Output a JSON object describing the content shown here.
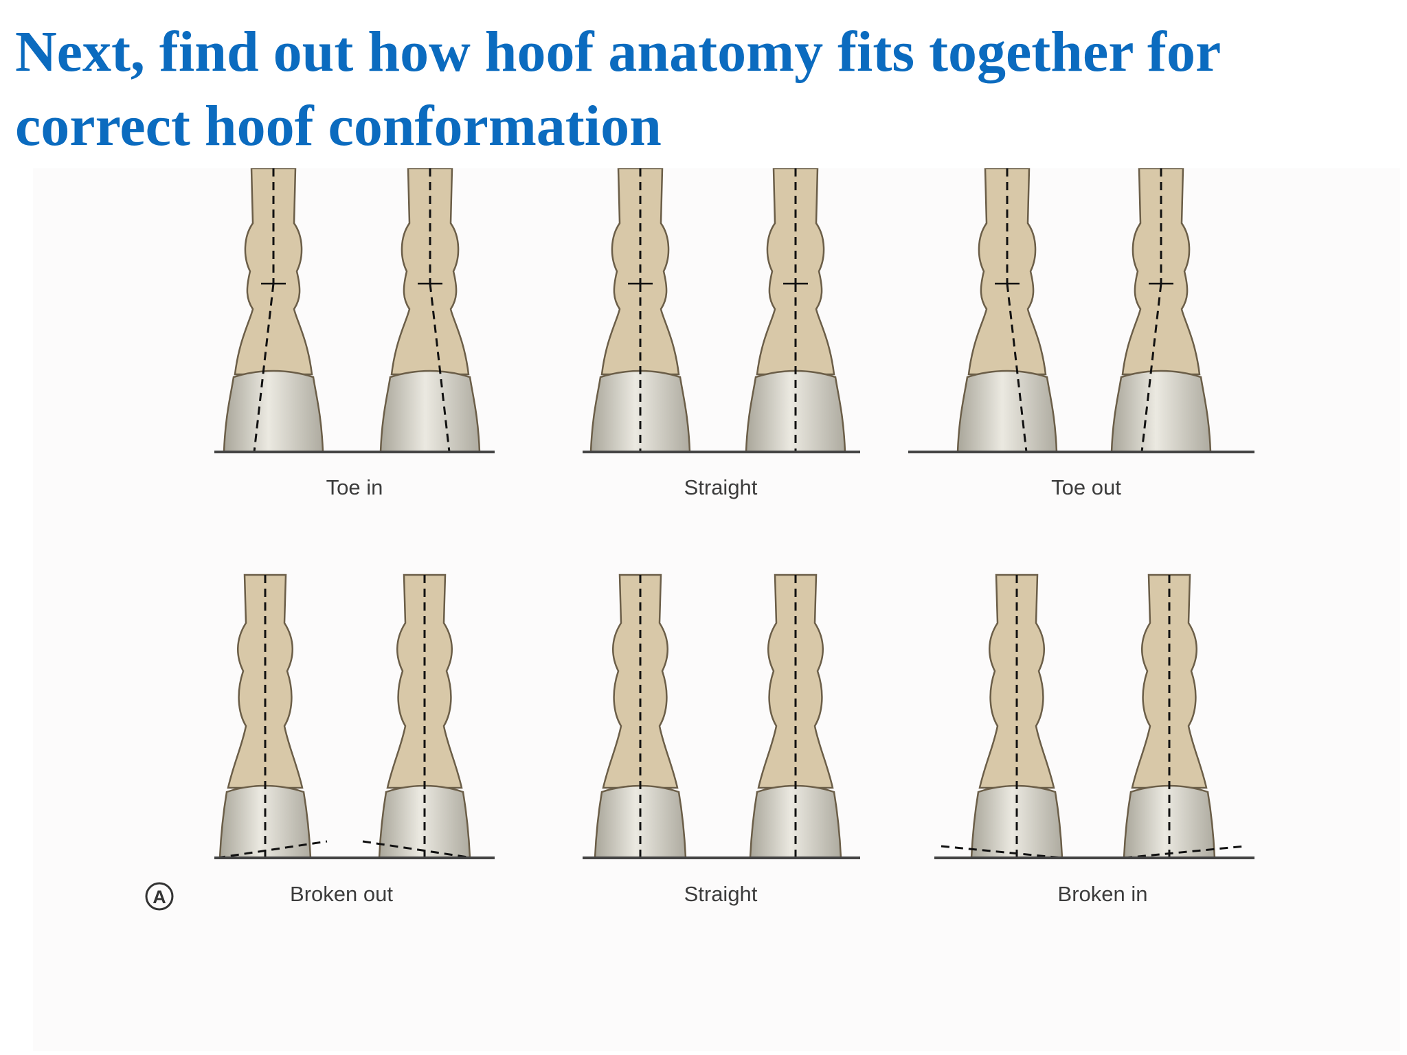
{
  "title": "Next, find out how hoof anatomy fits together for correct hoof conformation",
  "figure": {
    "panel_marker": "A",
    "colors": {
      "leg_fill": "#d8c8a8",
      "leg_stroke": "#6b5e48",
      "hoof_fill_dark": "#b7b4a8",
      "hoof_fill_light": "#e8e6de",
      "ground_line": "#444444",
      "axis_line": "#111111"
    },
    "rows": [
      {
        "view": "front",
        "panels": [
          {
            "id": "toe-in",
            "caption": "Toe in"
          },
          {
            "id": "straight-front",
            "caption": "Straight"
          },
          {
            "id": "toe-out",
            "caption": "Toe out"
          }
        ]
      },
      {
        "view": "side",
        "panels": [
          {
            "id": "broken-out",
            "caption": "Broken out"
          },
          {
            "id": "straight-side",
            "caption": "Straight"
          },
          {
            "id": "broken-in",
            "caption": "Broken in"
          }
        ]
      }
    ]
  }
}
